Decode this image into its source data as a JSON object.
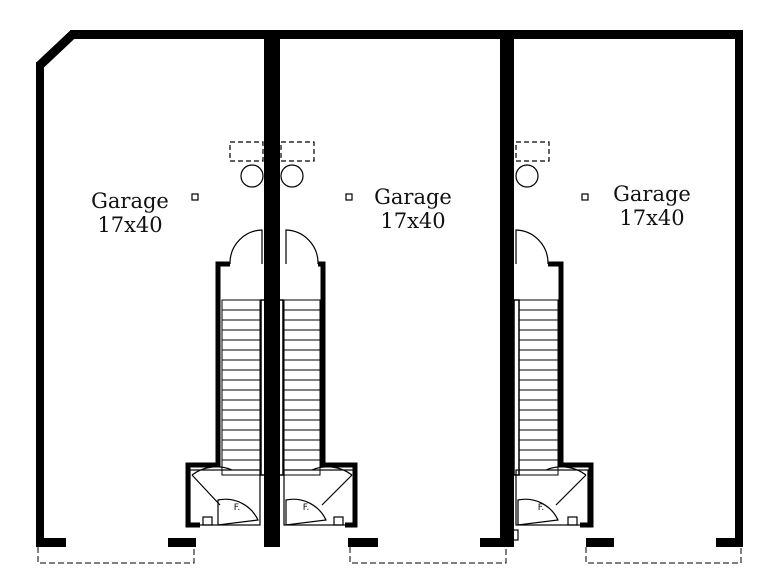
{
  "rooms": [
    {
      "name": "Garage",
      "size": "17x40"
    },
    {
      "name": "Garage",
      "size": "17x40"
    },
    {
      "name": "Garage",
      "size": "17x40"
    }
  ],
  "furnace_label": "F.",
  "colors": {
    "wall": "#000000",
    "line": "#000000",
    "background": "#ffffff"
  }
}
